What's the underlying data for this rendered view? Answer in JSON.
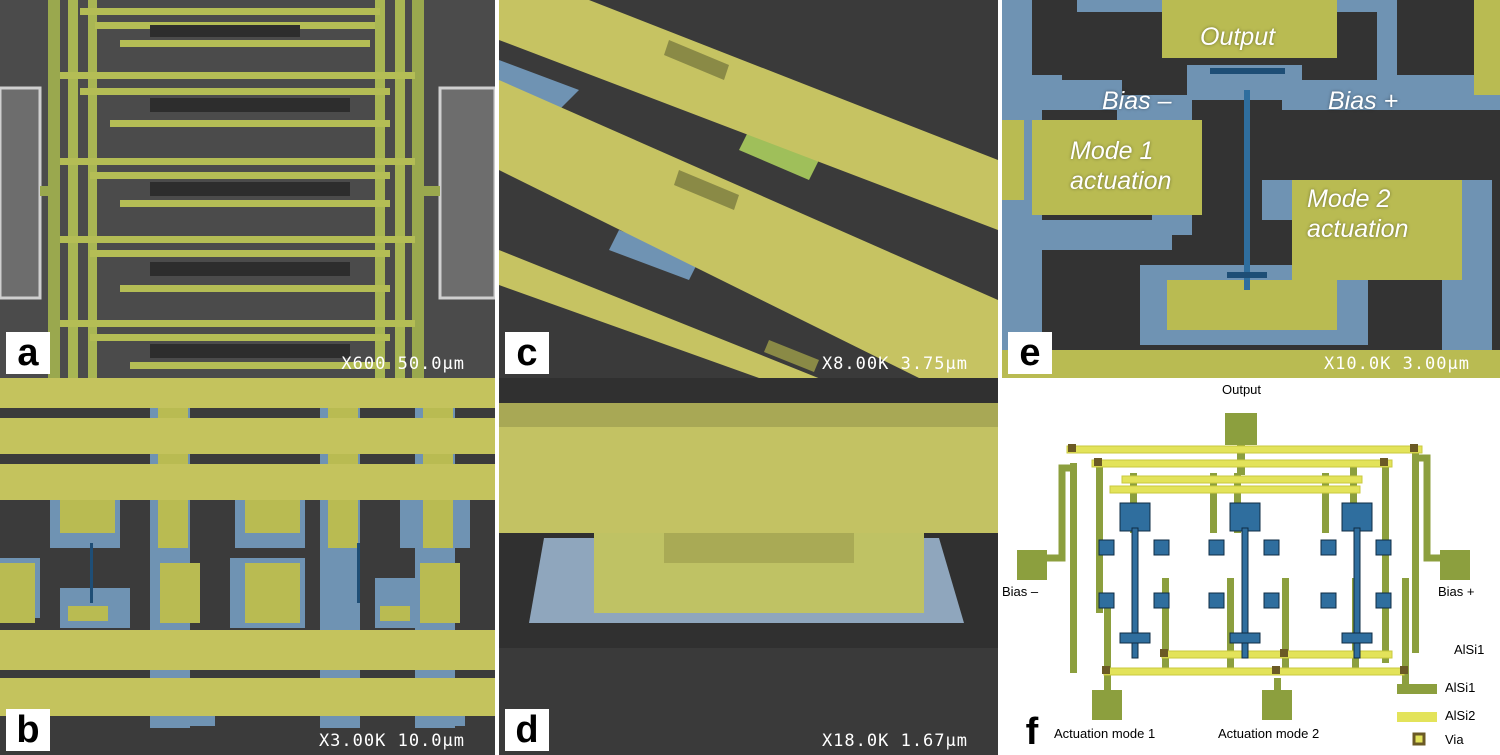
{
  "panels": {
    "a": {
      "label": "a",
      "scale": "X600  50.0μm"
    },
    "b": {
      "label": "b",
      "scale": "X3.00K  10.0μm"
    },
    "c": {
      "label": "c",
      "scale": "X8.00K  3.75μm"
    },
    "d": {
      "label": "d",
      "scale": "X18.0K  1.67μm"
    },
    "e": {
      "label": "e",
      "scale": "X10.0K  3.00μm",
      "annotations": {
        "output": "Output",
        "bias_minus": "Bias –",
        "bias_plus": "Bias +",
        "mode1": [
          "Mode 1",
          "actuation"
        ],
        "mode2": [
          "Mode 2",
          "actuation"
        ]
      }
    },
    "f": {
      "label": "f",
      "labels": {
        "output": "Output",
        "bias_minus": "Bias –",
        "bias_plus": "Bias +",
        "act1": "Actuation mode 1",
        "act2": "Actuation mode 2",
        "alsi1_top": "AlSi1"
      },
      "legend": [
        {
          "name": "AlSi1",
          "color": "#8c9f3e"
        },
        {
          "name": "AlSi2",
          "color": "#e3e35a"
        },
        {
          "name": "Via",
          "color": "#8c9f3e"
        }
      ]
    }
  },
  "colors": {
    "alsi1": "#8c9f3e",
    "alsi2": "#e3e35a",
    "sem_yellow": "#b9bb52",
    "sem_blue": "#6f93b3",
    "resonator_blue": "#2f6e9e",
    "sem_dark": "#3a3a3a"
  }
}
